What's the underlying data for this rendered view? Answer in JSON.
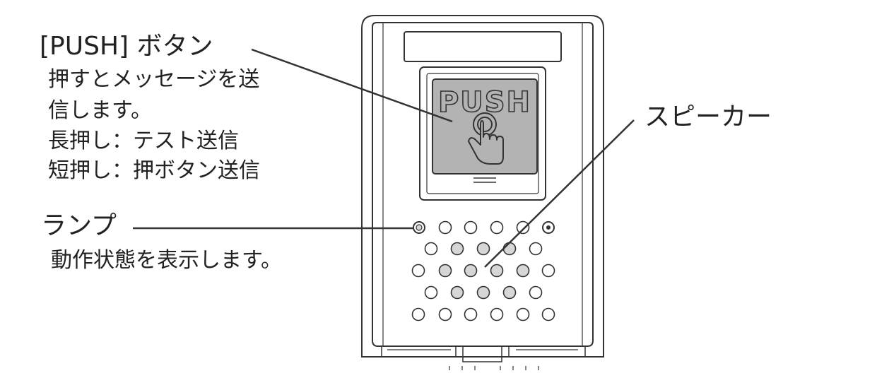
{
  "callouts": {
    "push": {
      "title": "[PUSH] ボタン",
      "desc": [
        "押すとメッセージを送",
        "信します。",
        "長押し：テスト送信",
        "短押し：押ボタン送信"
      ]
    },
    "lamp": {
      "title": "ランプ",
      "desc": "動作状態を表示します。"
    },
    "speaker": {
      "title": "スピーカー"
    }
  },
  "device": {
    "button_text": "PUSH"
  },
  "colors": {
    "line": "#333333",
    "body": "#ffffff",
    "button_face": "#b3b3b3",
    "hole_fill": "#d6d6d6"
  }
}
